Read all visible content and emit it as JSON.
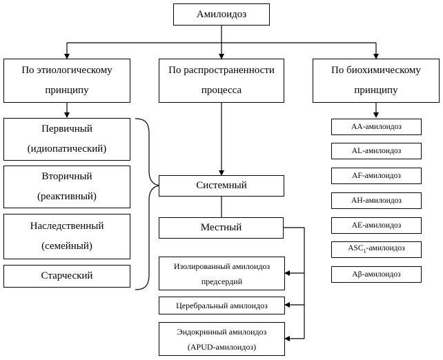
{
  "root": "Амилоидоз",
  "categories": {
    "etiology": "По этиологическому\nпринципу",
    "prevalence": "По распространенности\nпроцесса",
    "biochem": "По биохимическому\nпринципу"
  },
  "etiology_items": [
    "Первичный\n(идиопатический)",
    "Вторичный\n(реактивный)",
    "Наследственный\n(семейный)",
    "Старческий"
  ],
  "prevalence_items": {
    "systemic": "Системный",
    "local": "Местный",
    "local_types": [
      "Изолированный амилоидоз\nпредсердий",
      "Церебральный амилоидоз",
      "Эндокринный амилоидоз\n(APUD-амилоидоз)"
    ]
  },
  "biochem_items": [
    "AA-амилоидоз",
    "AL-амилоидоз",
    "AF-амилоидоз",
    "AH-амилоидоз",
    "AE-амилоидоз",
    "ASC1-амилоидоз",
    "Aβ-амилоидоз"
  ],
  "biochem_asc": {
    "prefix": "ASC",
    "sub": "1",
    "suffix": "-амилоидоз"
  }
}
